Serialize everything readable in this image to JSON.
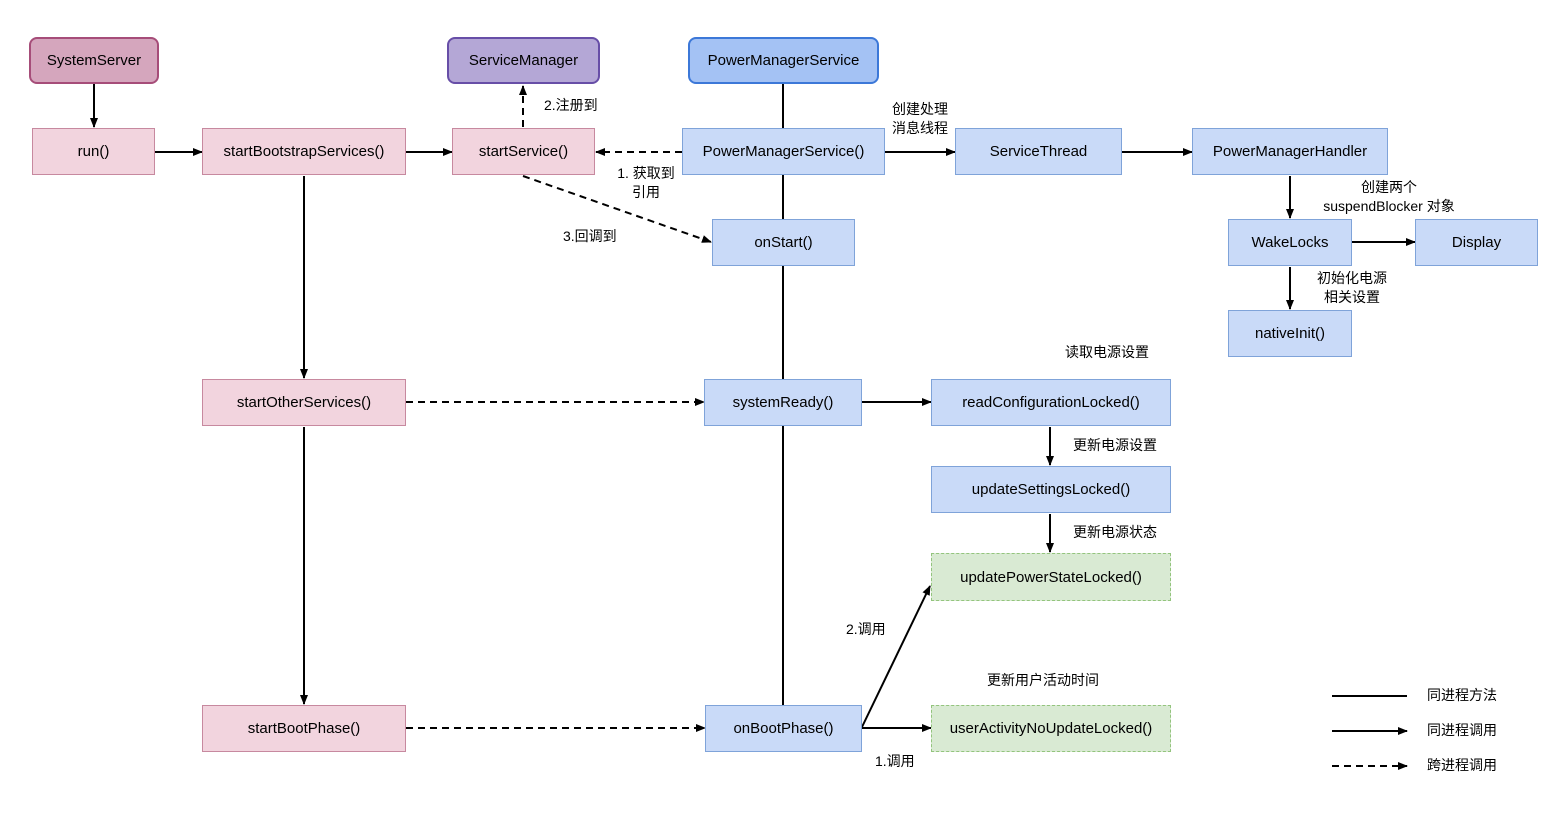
{
  "nodes": {
    "system_server": "SystemServer",
    "service_manager": "ServiceManager",
    "power_manager_service_head": "PowerManagerService",
    "run": "run()",
    "start_bootstrap_services": "startBootstrapServices()",
    "start_service": "startService()",
    "power_manager_service_ctor": "PowerManagerService()",
    "service_thread": "ServiceThread",
    "power_manager_handler": "PowerManagerHandler",
    "on_start": "onStart()",
    "wake_locks": "WakeLocks",
    "display": "Display",
    "native_init": "nativeInit()",
    "start_other_services": "startOtherServices()",
    "system_ready": "systemReady()",
    "read_configuration_locked": "readConfigurationLocked()",
    "update_settings_locked": "updateSettingsLocked()",
    "update_power_state_locked": "updatePowerStateLocked()",
    "start_boot_phase": "startBootPhase()",
    "on_boot_phase": "onBootPhase()",
    "user_activity_no_update_locked": "userActivityNoUpdateLocked()"
  },
  "labels": {
    "register_to": "2.注册到",
    "create_thread": "创建处理\n消息线程",
    "get_reference": "1. 获取到\n引用",
    "callback_to": "3.回调到",
    "create_two_blockers": "创建两个\nsuspendBlocker 对象",
    "init_power": "初始化电源\n相关设置",
    "read_power_settings": "读取电源设置",
    "update_power_settings": "更新电源设置",
    "update_power_state": "更新电源状态",
    "call_2": "2.调用",
    "update_user_activity_time": "更新用户活动时间",
    "call_1": "1.调用"
  },
  "legend": {
    "same_process_method": "同进程方法",
    "same_process_call": "同进程调用",
    "cross_process_call": "跨进程调用"
  },
  "colors": {
    "pink_fill": "#f2d4de",
    "blue_fill": "#c9daf8",
    "green_fill": "#d9ead3",
    "system_server_fill": "#d5a6bd",
    "service_manager_fill": "#b4a7d6",
    "power_manager_fill": "#a4c2f4"
  }
}
